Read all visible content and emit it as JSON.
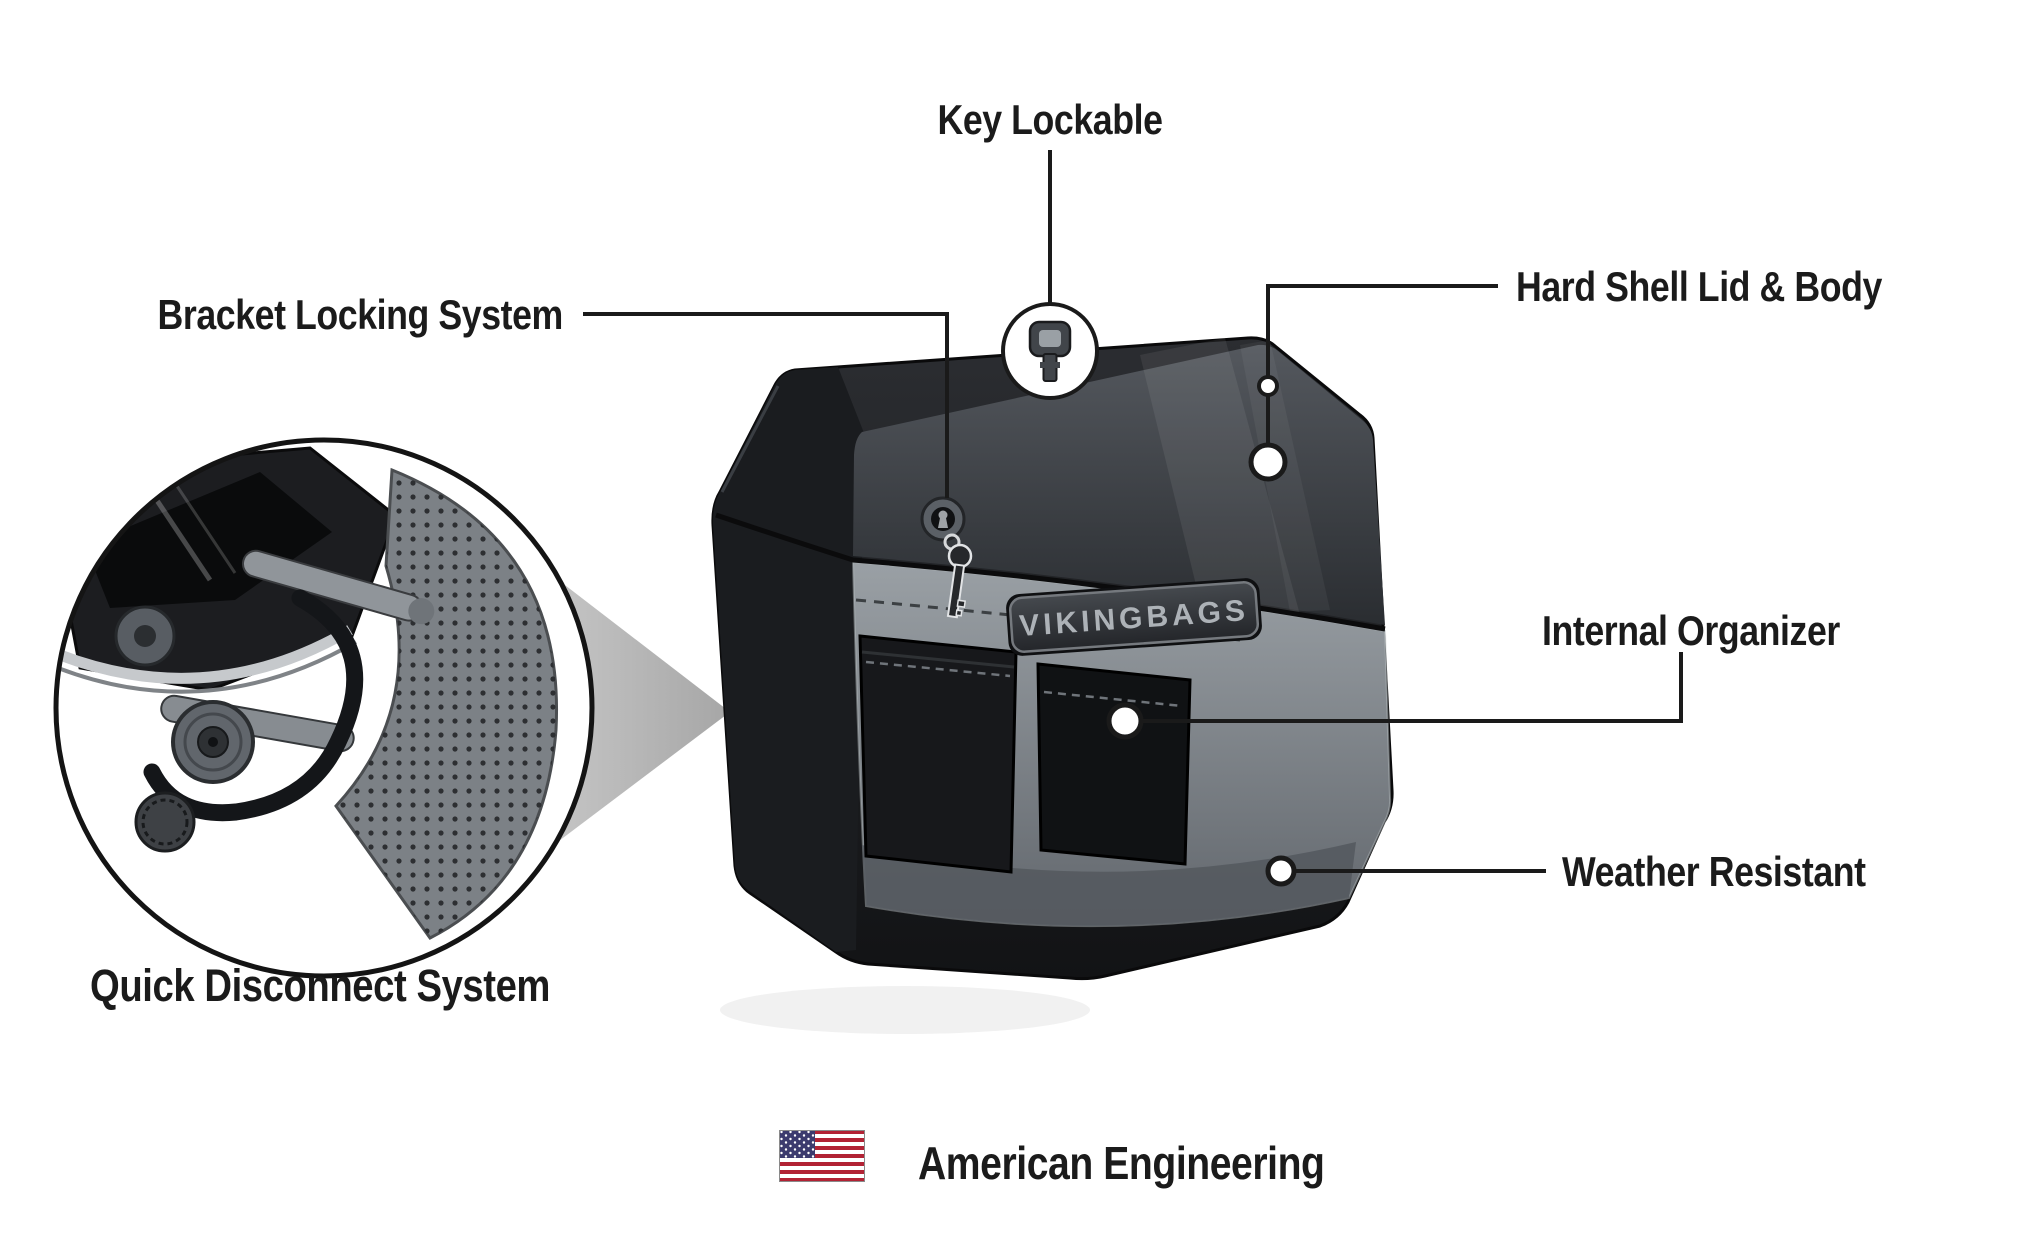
{
  "product": {
    "brand_plate": "VIKINGBAGS"
  },
  "callouts": {
    "key_lockable": {
      "label": "Key Lockable"
    },
    "bracket_locking_system": {
      "label": "Bracket Locking System"
    },
    "hard_shell_lid_body": {
      "label": "Hard Shell Lid & Body"
    },
    "internal_organizer": {
      "label": "Internal Organizer"
    },
    "weather_resistant": {
      "label": "Weather Resistant"
    },
    "quick_disconnect_system": {
      "label": "Quick Disconnect System"
    }
  },
  "footer": {
    "text": "American Engineering"
  },
  "icons": {
    "key": "key-icon",
    "keyhole": "keyhole-lock-icon",
    "flag": "us-flag-icon"
  },
  "colors": {
    "background": "#ffffff",
    "callout_line": "#1a1a1a",
    "text": "#1b1b1b",
    "bag_dark": "#1d1f22",
    "interior_gray": "#8d9298",
    "flag_red": "#B22234",
    "flag_blue": "#3C3B6E"
  }
}
